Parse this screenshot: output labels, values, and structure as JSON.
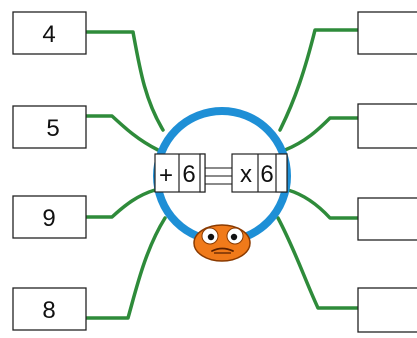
{
  "inputs": [
    "4",
    "5",
    "9",
    "8"
  ],
  "outputs": [
    "",
    "",
    "",
    ""
  ],
  "operation_one": {
    "symbol": "+",
    "value": "6"
  },
  "operation_two": {
    "symbol": "x",
    "value": "6"
  },
  "colors": {
    "ring": "#1e8fd6",
    "legs": "#2e8b3a",
    "box_border": "#222222",
    "face": "#f07a1a"
  },
  "icons": {
    "face": "orange-spider-face-icon"
  }
}
